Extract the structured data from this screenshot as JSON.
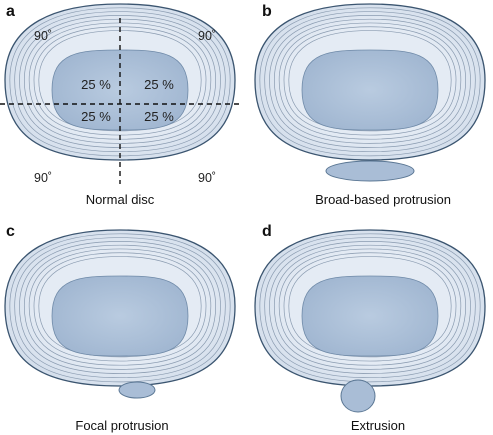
{
  "panels": [
    {
      "letter": "a",
      "caption": "Normal disc",
      "quadrants": [
        "25 %",
        "25 %",
        "25 %",
        "25 %"
      ],
      "angles": [
        "90˚",
        "90˚",
        "90˚",
        "90˚"
      ]
    },
    {
      "letter": "b",
      "caption": "Broad-based protrusion"
    },
    {
      "letter": "c",
      "caption": "Focal protrusion"
    },
    {
      "letter": "d",
      "caption": "Extrusion"
    }
  ],
  "colors": {
    "annulus": "#dce5f0",
    "nucleus": "#a9bdd6",
    "outline": "#3b5570",
    "ring_line": "#8a9bb0"
  }
}
